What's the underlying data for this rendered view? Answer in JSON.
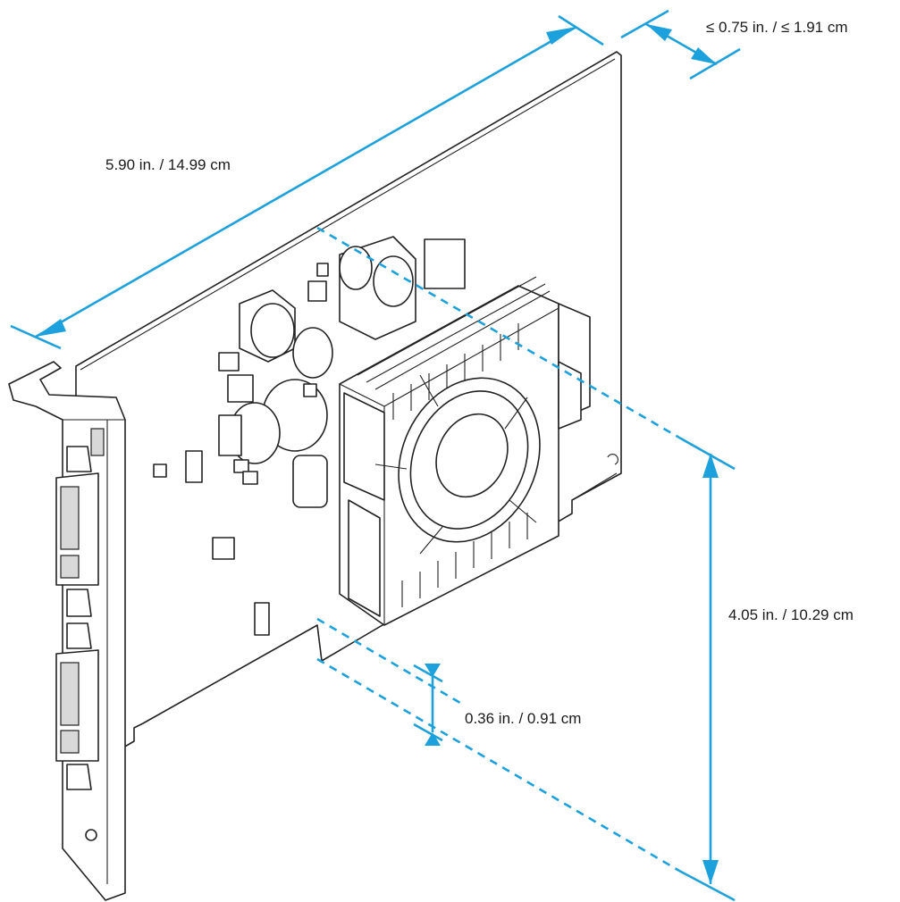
{
  "figure": {
    "component": "graphics-card",
    "colors": {
      "dimension": "#1da1dc",
      "outline": "#222222",
      "background": "#ffffff"
    }
  },
  "dimensions": {
    "length": {
      "label": "5.90 in. / 14.99 cm",
      "inches": 5.9,
      "cm": 14.99
    },
    "thickness": {
      "label": "≤ 0.75 in. / ≤ 1.91 cm",
      "inches_max": 0.75,
      "cm_max": 1.91
    },
    "height": {
      "label": "4.05 in. / 10.29 cm",
      "inches": 4.05,
      "cm": 10.29
    },
    "connector_offset": {
      "label": "0.36 in. / 0.91 cm",
      "inches": 0.36,
      "cm": 0.91
    }
  }
}
